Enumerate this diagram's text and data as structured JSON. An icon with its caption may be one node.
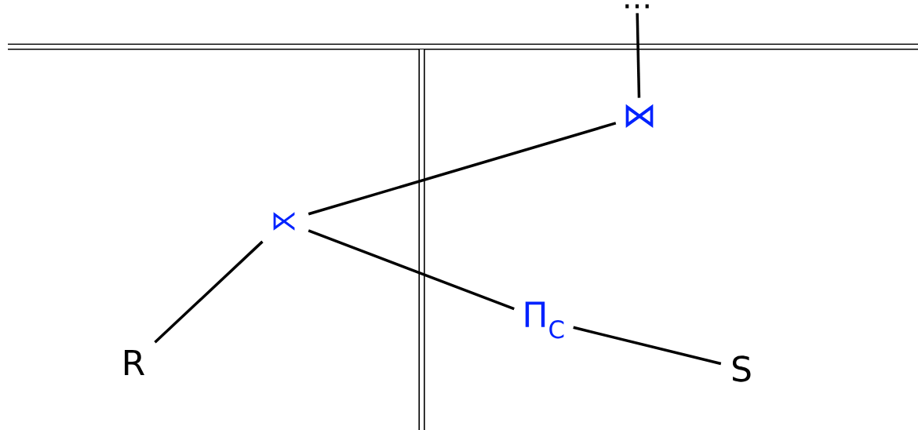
{
  "diagram": {
    "nodes": [
      {
        "text": [
          "..."
        ]
      },
      {
        "text": [
          "⋈"
        ]
      },
      {
        "text": [
          "⋉"
        ]
      },
      {
        "text": [
          "Π$_{C}$"
        ]
      },
      {
        "text": [
          "R"
        ]
      },
      {
        "text": [
          "S"
        ]
      }
    ],
    "edges": [
      {
        "from": 0,
        "to": 1,
        "arrow": "none"
      },
      {
        "from": 1,
        "to": 2,
        "arrow": "none"
      },
      {
        "from": 2,
        "to": 4,
        "arrow": "none"
      },
      {
        "from": 2,
        "to": 3,
        "arrow": "none"
      },
      {
        "from": 3,
        "to": 5,
        "arrow": "none"
      }
    ]
  }
}
